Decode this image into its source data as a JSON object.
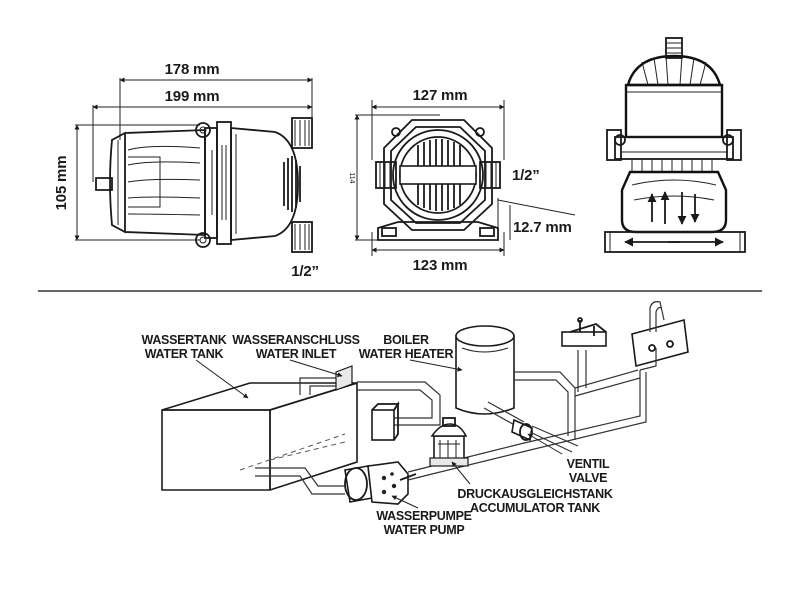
{
  "dimensions": {
    "side_width_a": "178 mm",
    "side_width_b": "199 mm",
    "side_height": "105 mm",
    "side_port": "1/2”",
    "front_width_top": "127 mm",
    "front_height": "114",
    "front_port": "1/2”",
    "front_depth": "12.7 mm",
    "front_width_bottom": "123 mm"
  },
  "labels": {
    "tank": [
      "WASSERTANK",
      "WATER TANK"
    ],
    "inlet": [
      "WASSERANSCHLUSS",
      "WATER INLET"
    ],
    "boiler": [
      "BOILER",
      "WATER HEATER"
    ],
    "valve": [
      "VENTIL",
      "VALVE"
    ],
    "accumulator": [
      "DRUCKAUSGLEICHSTANK",
      "ACCUMULATOR TANK"
    ],
    "pump": [
      "WASSERPUMPE",
      "WATER PUMP"
    ]
  },
  "icons": {
    "pump_side": "pump-side-view-icon",
    "pump_front": "pump-front-view-icon",
    "accumulator": "accumulator-section-icon",
    "system": "plumbing-system-icon"
  }
}
